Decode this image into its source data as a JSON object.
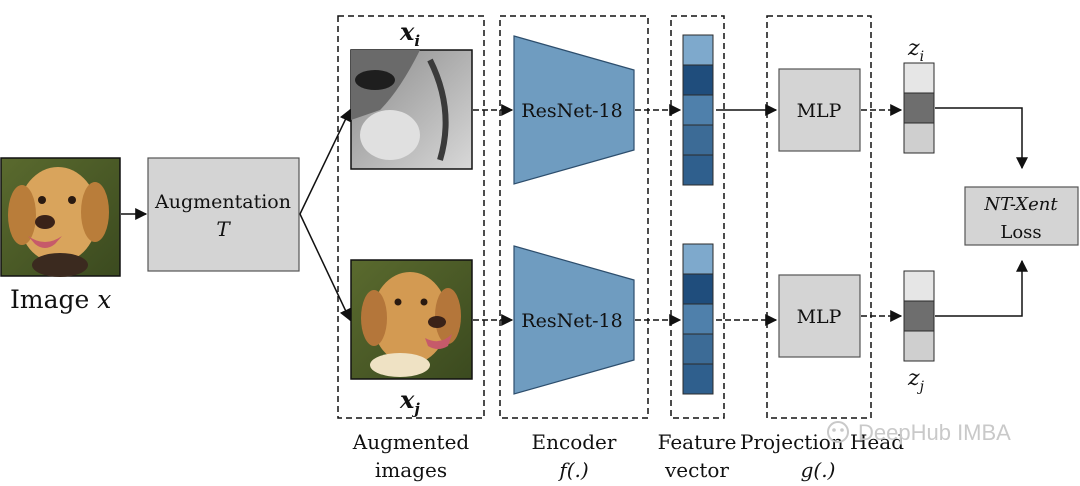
{
  "input": {
    "label_text": "Image ",
    "label_var": "x"
  },
  "augmentation": {
    "line1": "Augmentation",
    "line2": "T"
  },
  "augmented": {
    "top_var": "x",
    "top_sub": "i",
    "bottom_var": "x",
    "bottom_sub": "j",
    "caption_line1": "Augmented",
    "caption_line2": "images"
  },
  "encoder": {
    "block_label": "ResNet-18",
    "caption_line1": "Encoder",
    "caption_line2": "f(.)"
  },
  "feature": {
    "caption_line1": "Feature",
    "caption_line2": "vector"
  },
  "projection": {
    "block_label": "MLP",
    "caption_line1": "Projection Head",
    "caption_line2": "g(.)"
  },
  "outputs": {
    "top_var": "z",
    "top_sub": "i",
    "bottom_var": "z",
    "bottom_sub": "j"
  },
  "loss": {
    "line1": "NT-Xent",
    "line2": "Loss"
  },
  "watermark": "DeepHub IMBA",
  "colors": {
    "resnet_fill": "#6f9cc0",
    "gray_box": "#d4d4d4",
    "feature_cells": [
      "#7ea9cc",
      "#1f4d7c",
      "#4f80ab",
      "#3c6b96",
      "#2f5f8d"
    ],
    "z_cells": [
      "#e6e6e6",
      "#6e6e6e",
      "#cfcfcf"
    ]
  }
}
